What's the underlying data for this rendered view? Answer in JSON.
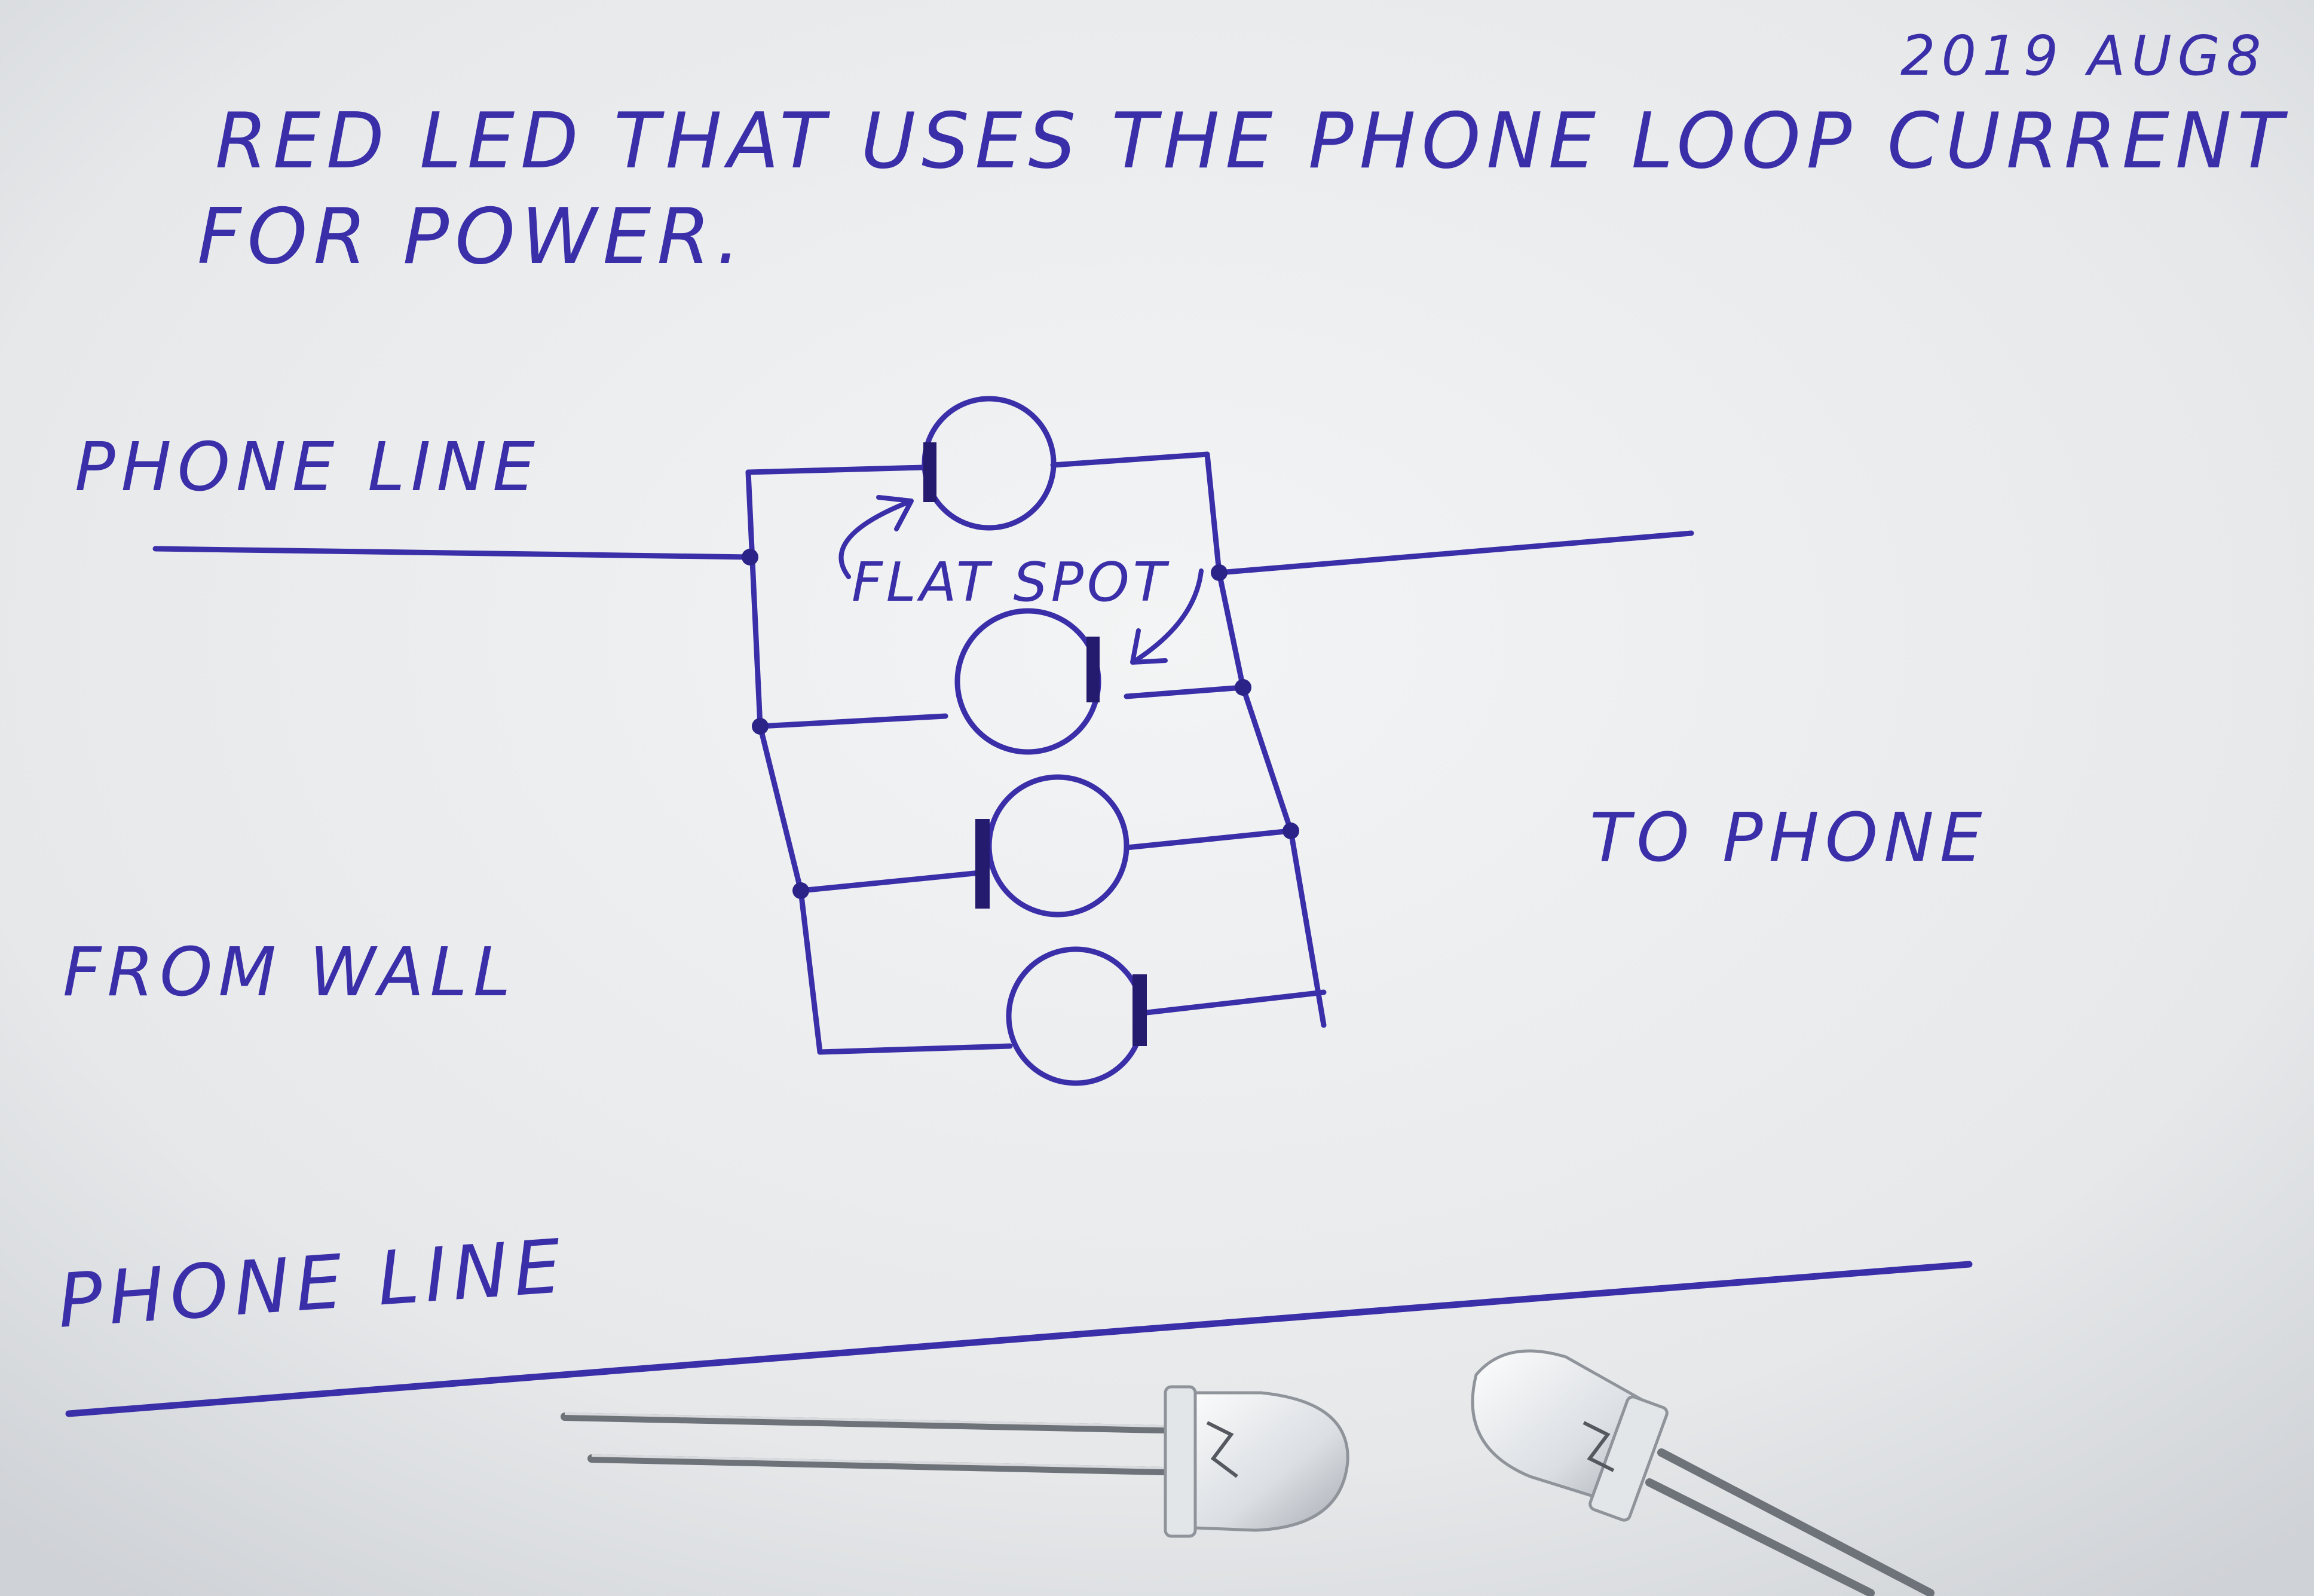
{
  "date": "2019 AUG8",
  "title_line1": "RED LED THAT USES THE PHONE LOOP CURRENT",
  "title_line2": "FOR POWER.",
  "labels": {
    "phone_line_top": "PHONE LINE",
    "from_wall": "FROM WALL",
    "to_phone": "TO PHONE",
    "phone_line_bottom": "PHONE LINE",
    "flat_spot": "FLAT SPOT"
  },
  "colors": {
    "ink": "#3a2fa8",
    "ink_dark": "#241a6e",
    "paper": "#eceef0"
  },
  "components": {
    "led_count": 4
  }
}
